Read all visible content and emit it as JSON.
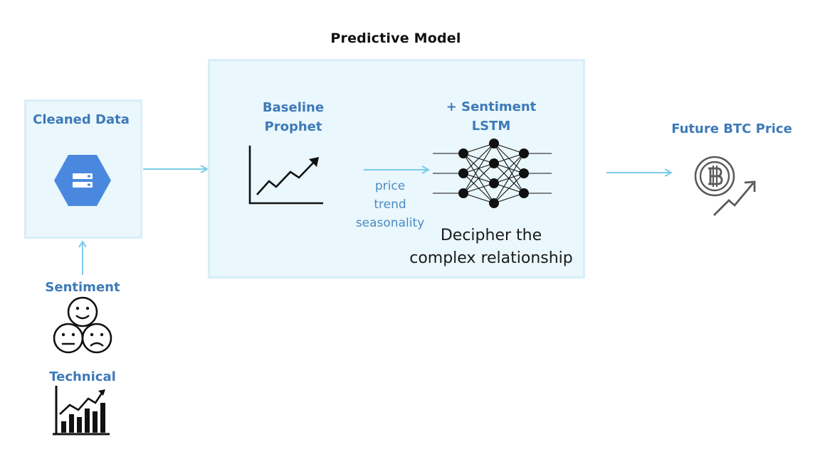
{
  "title": "Predictive Model",
  "cleaned_data": {
    "label": "Cleaned Data",
    "icon": "storage-hexagon-icon"
  },
  "sentiment": {
    "label": "Sentiment",
    "icon": "emoji-faces-icon"
  },
  "technical": {
    "label": "Technical",
    "icon": "bar-chart-growth-icon"
  },
  "baseline": {
    "label_line1": "Baseline",
    "label_line2": "Prophet",
    "icon": "line-chart-up-icon"
  },
  "lstm": {
    "label_line1": "+ Sentiment",
    "label_line2": "LSTM",
    "icon": "neural-network-icon"
  },
  "features": [
    "price",
    "trend",
    "seasonality"
  ],
  "description": {
    "line1": "Decipher the",
    "line2": "complex relationship"
  },
  "output": {
    "label": "Future BTC Price",
    "icon": "bitcoin-trend-icon"
  },
  "colors": {
    "accent": "#3d7ab8",
    "arrow": "#7ccbe8",
    "panel": "#eaf7fc",
    "hexagon": "#4a88e0"
  }
}
